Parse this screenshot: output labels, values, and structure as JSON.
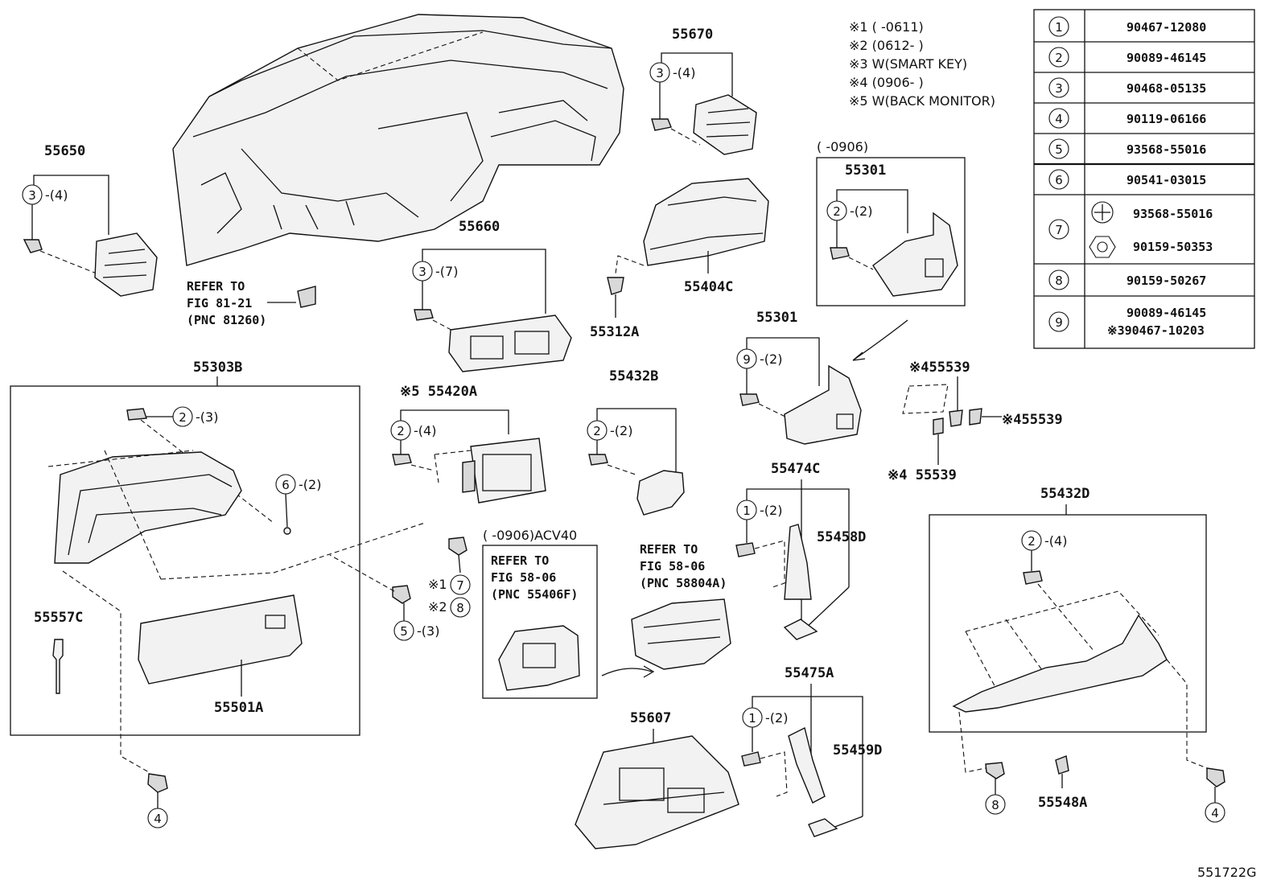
{
  "notes": [
    "※1 (      -0611)",
    "※2 (0612-      )",
    "※3 W(SMART KEY)",
    "※4 (0906-      )",
    "※5 W(BACK MONITOR)"
  ],
  "parts_table": [
    {
      "ref": "1",
      "pn": "90467-12080"
    },
    {
      "ref": "2",
      "pn": "90089-46145"
    },
    {
      "ref": "3",
      "pn": "90468-05135"
    },
    {
      "ref": "4",
      "pn": "90119-06166"
    },
    {
      "ref": "5",
      "pn": "93568-55016"
    },
    {
      "ref": "6",
      "pn": "90541-03015"
    },
    {
      "ref": "7",
      "pn_a": "93568-55016",
      "pn_b": "90159-50353"
    },
    {
      "ref": "8",
      "pn": "90159-50267"
    },
    {
      "ref": "9",
      "pn_a": "90089-46145",
      "pn_b": "※390467-10203"
    }
  ],
  "labels": {
    "p55650": "55650",
    "p55670": "55670",
    "p55660": "55660",
    "p55404C": "55404C",
    "p55312A": "55312A",
    "p55301a": "55301",
    "p55301b": "55301",
    "p55303B": "55303B",
    "p55420A": "※5 55420A",
    "p55432B": "55432B",
    "p55474C": "55474C",
    "p55458D": "55458D",
    "p55539a": "※455539",
    "p55539b": "※455539",
    "p55539c": "※4 55539",
    "p55432D": "55432D",
    "p55557C": "55557C",
    "p55501A": "55501A",
    "p55607": "55607",
    "p55475A": "55475A",
    "p55459D": "55459D",
    "p55548A": "55548A",
    "range0906": "(      -0906)",
    "range0906acv": "(      -0906)ACV40",
    "fig": "551722G"
  },
  "qtys": {
    "q55650": "-(4)",
    "q55670": "-(4)",
    "q55660": "-(7)",
    "q55301a": "-(2)",
    "q55301b": "-(2)",
    "q55303B": "-(3)",
    "q6": "-(2)",
    "q5": "-(3)",
    "q55420A": "-(4)",
    "q55432B": "-(2)",
    "q55474C": "-(2)",
    "q55475A": "-(2)",
    "q55432D": "-(4)",
    "m1": "※1",
    "m2": "※2"
  },
  "refer": {
    "r1": [
      "REFER TO",
      "FIG 81-21",
      "(PNC 81260)"
    ],
    "r2": [
      "REFER TO",
      "FIG 58-06",
      "(PNC 55406F)"
    ],
    "r3": [
      "REFER TO",
      "FIG 58-06",
      "(PNC 58804A)"
    ]
  }
}
